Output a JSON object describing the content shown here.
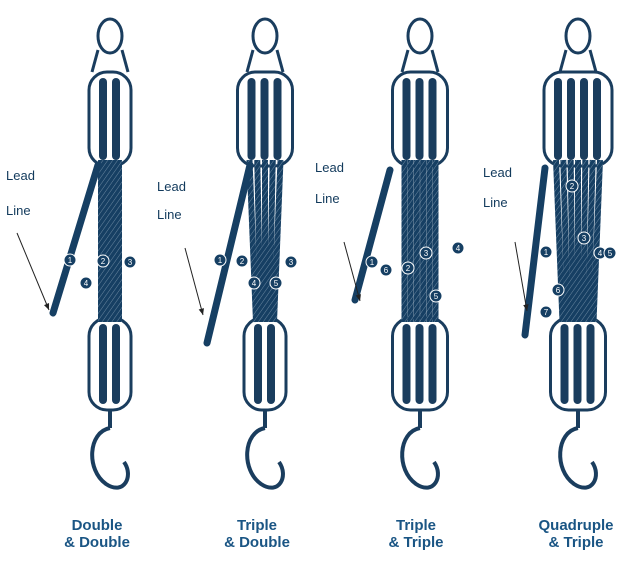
{
  "colors": {
    "rope": "#163f63",
    "block": "#1a3d5e",
    "caption": "#1a5584",
    "badge_fill": "#ffffff"
  },
  "lead_labels": [
    {
      "word1": "Lead",
      "word2": "Line"
    },
    {
      "word1": "Lead",
      "word2": "Line"
    },
    {
      "word1": "Lead",
      "word2": "Line"
    },
    {
      "word1": "Lead",
      "word2": "Line"
    }
  ],
  "captions": [
    {
      "line1": "Double",
      "line2": "& Double"
    },
    {
      "line1": "Triple",
      "line2": "& Double"
    },
    {
      "line1": "Triple",
      "line2": "& Triple"
    },
    {
      "line1": "Quadruple",
      "line2": "& Triple"
    }
  ],
  "hoists": [
    {
      "top_sheaves": 2,
      "bottom_sheaves": 2,
      "numbers": [
        "1",
        "2",
        "3",
        "4"
      ]
    },
    {
      "top_sheaves": 3,
      "bottom_sheaves": 2,
      "numbers": [
        "1",
        "2",
        "3",
        "4",
        "5"
      ]
    },
    {
      "top_sheaves": 3,
      "bottom_sheaves": 3,
      "numbers": [
        "1",
        "2",
        "3",
        "4",
        "5",
        "6"
      ]
    },
    {
      "top_sheaves": 4,
      "bottom_sheaves": 3,
      "numbers": [
        "1",
        "2",
        "3",
        "4",
        "5",
        "6",
        "7"
      ]
    }
  ]
}
